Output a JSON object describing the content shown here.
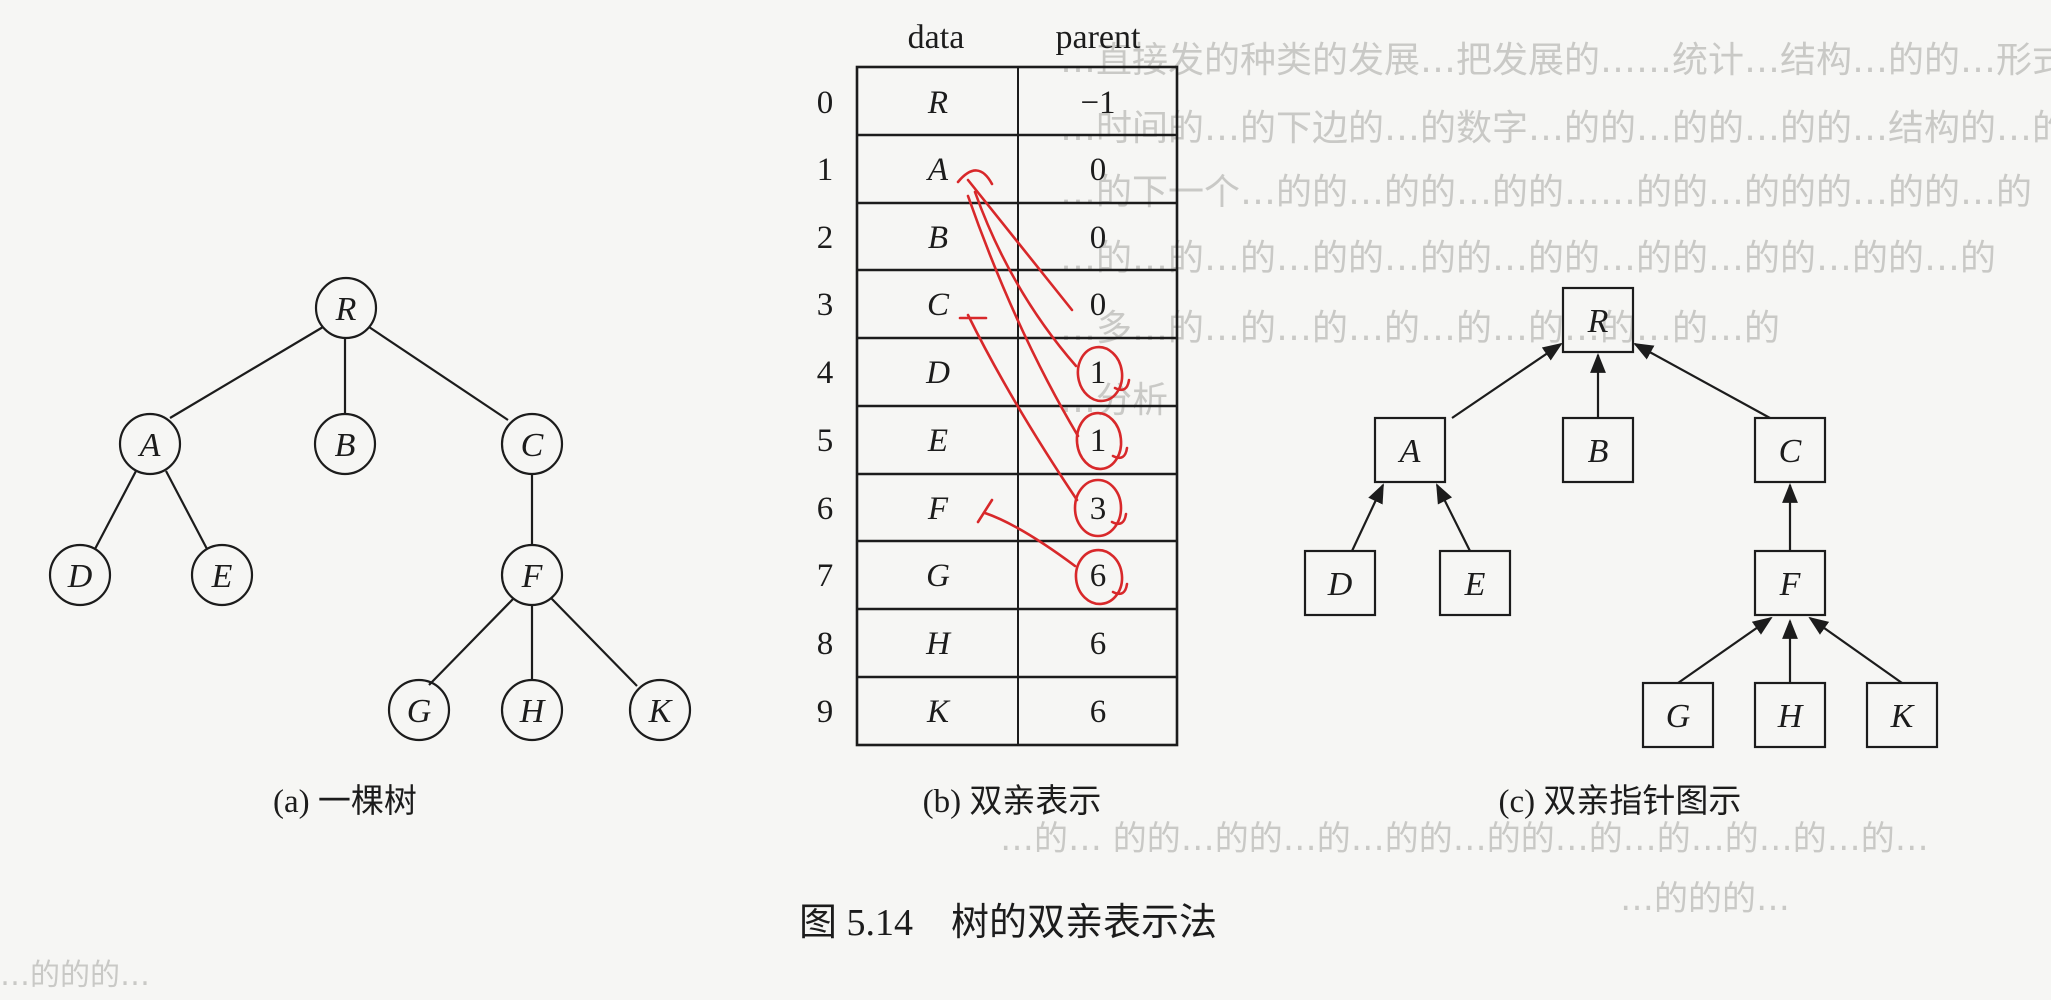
{
  "background_text": [
    "…直接发的种类的发展…把发展的……统计…结构…的的…形式…明显的…发展",
    "…时间的…的下边的…的数字…的的…的的…的的…结构的…的的",
    "…的下一个…的的…的的…的的……的的…的的的…的的…的",
    "…的…的…的…的的…的的…的的…的的…的的…的的…的",
    "…多…的…的…的…的…的…的…的…的…的",
    "…分析",
    "…的… 的的…的的…的…的的…的的…的…的…的…的…的…",
    "…的的的…",
    "…的的的…"
  ],
  "tree_a": {
    "caption": "(a) 一棵树",
    "nodes": [
      "R",
      "A",
      "B",
      "C",
      "D",
      "E",
      "F",
      "G",
      "H",
      "K"
    ]
  },
  "table_b": {
    "caption": "(b) 双亲表示",
    "headers": {
      "data": "data",
      "parent": "parent"
    },
    "rows": [
      {
        "index": "0",
        "data": "R",
        "parent": "−1"
      },
      {
        "index": "1",
        "data": "A",
        "parent": "0"
      },
      {
        "index": "2",
        "data": "B",
        "parent": "0"
      },
      {
        "index": "3",
        "data": "C",
        "parent": "0"
      },
      {
        "index": "4",
        "data": "D",
        "parent": "1"
      },
      {
        "index": "5",
        "data": "E",
        "parent": "1"
      },
      {
        "index": "6",
        "data": "F",
        "parent": "3"
      },
      {
        "index": "7",
        "data": "G",
        "parent": "6"
      },
      {
        "index": "8",
        "data": "H",
        "parent": "6"
      },
      {
        "index": "9",
        "data": "K",
        "parent": "6"
      }
    ]
  },
  "tree_c": {
    "caption": "(c) 双亲指针图示",
    "nodes": [
      "R",
      "A",
      "B",
      "C",
      "D",
      "E",
      "F",
      "G",
      "H",
      "K"
    ]
  },
  "figure_title": "图 5.14　树的双亲表示法",
  "colors": {
    "ink": "#1c1c1c",
    "annotation": "#d8282a",
    "paper": "#f6f6f4"
  }
}
